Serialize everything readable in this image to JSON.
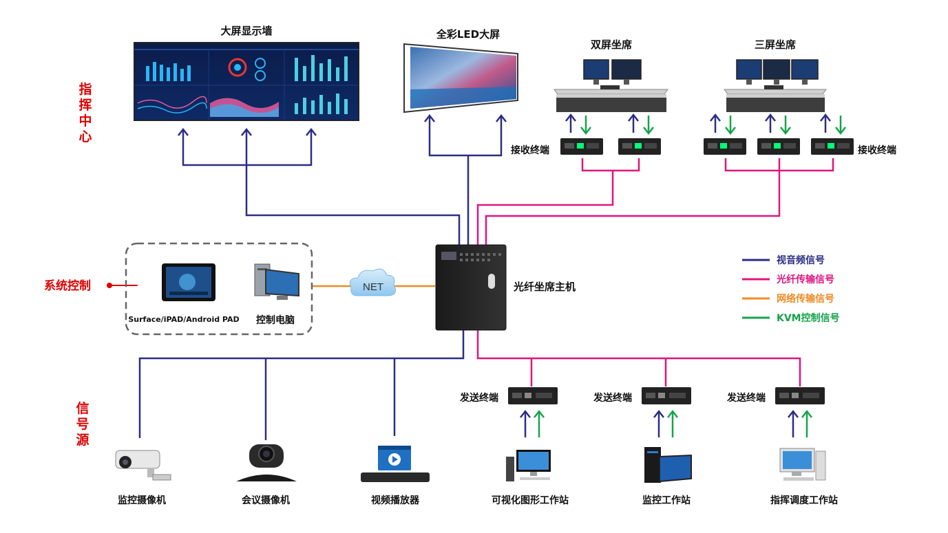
{
  "section_labels": {
    "command_center": [
      "指",
      "挥",
      "中",
      "心"
    ],
    "system_control": "系统控制",
    "signal_source": [
      "信",
      "号",
      "源"
    ]
  },
  "devices": {
    "video_wall": "大屏显示墙",
    "led_screen": "全彩LED大屏",
    "dual_seat": "双屏坐席",
    "triple_seat": "三屏坐席",
    "receiver_left": "接收终端",
    "receiver_right": "接收终端",
    "pad": "Surface/iPAD/Android PAD",
    "control_pc": "控制电脑",
    "net": "NET",
    "host": "光纤坐席主机",
    "sender_1": "发送终端",
    "sender_2": "发送终端",
    "sender_3": "发送终端",
    "camera_monitor": "监控摄像机",
    "camera_meeting": "会议摄像机",
    "video_player": "视频播放器",
    "ws_visual": "可视化图形工作站",
    "ws_monitor": "监控工作站",
    "ws_dispatch": "指挥调度工作站"
  },
  "legend": [
    {
      "label": "视音频信号",
      "color": "#2b2d86"
    },
    {
      "label": "光纤传输信号",
      "color": "#e0157f"
    },
    {
      "label": "网络传输信号",
      "color": "#f08a24"
    },
    {
      "label": "KVM控制信号",
      "color": "#16a34a"
    }
  ],
  "colors": {
    "av": "#2b2d86",
    "fiber": "#e0157f",
    "network": "#f08a24",
    "kvm": "#16a34a",
    "section": "#e00000"
  }
}
